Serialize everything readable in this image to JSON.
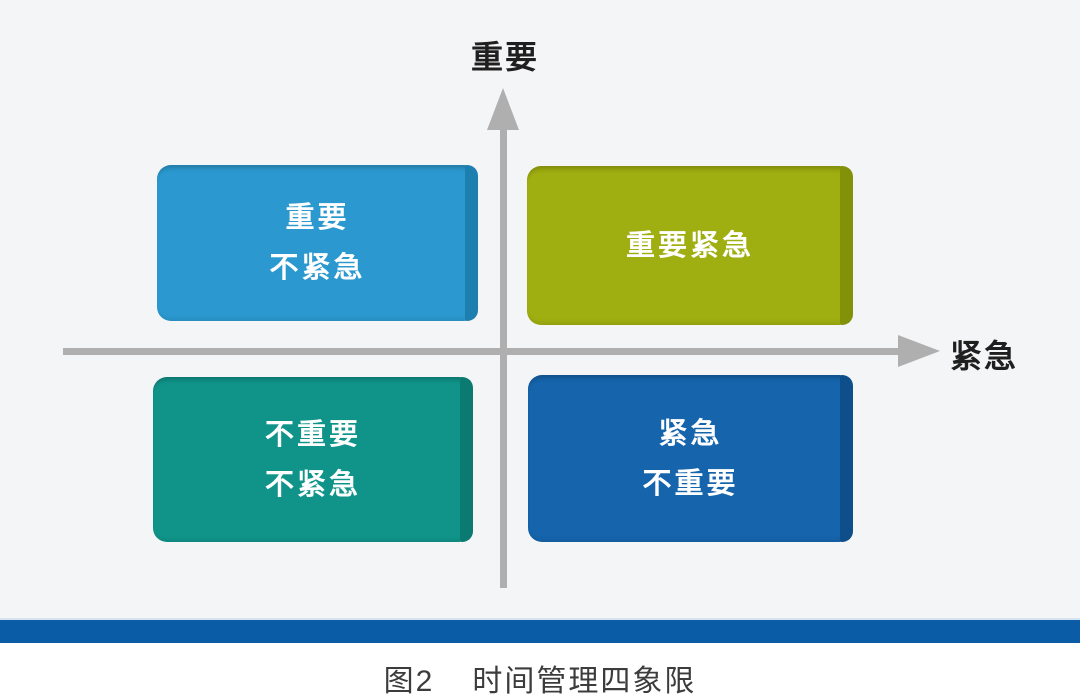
{
  "figure": {
    "axis_y_label": "重要",
    "axis_x_label": "紧急"
  },
  "quadrants": [
    {
      "name": "important-not-urgent",
      "lines": [
        "重要",
        "不紧急"
      ],
      "color": "#2b99cf",
      "edge_color": "#1d7eb0"
    },
    {
      "name": "important-urgent",
      "lines": [
        "重要紧急"
      ],
      "color": "#9fae10",
      "edge_color": "#839108"
    },
    {
      "name": "not-important-not-urgent",
      "lines": [
        "不重要",
        "不紧急"
      ],
      "color": "#10948a",
      "edge_color": "#0b7b72"
    },
    {
      "name": "urgent-not-important",
      "lines": [
        "紧急",
        "不重要"
      ],
      "color": "#1564ac",
      "edge_color": "#0e4e8a"
    }
  ],
  "caption": {
    "figure_label": "图2",
    "title": "时间管理四象限"
  },
  "colors": {
    "axis": "#afafaf",
    "divider_bar": "#0b5ca7",
    "diagram_background": "#f4f5f7",
    "page_background": "#ffffff",
    "axis_label_text": "#1f1f1f",
    "quadrant_text": "#ffffff",
    "caption_text": "#3c3c3c"
  }
}
